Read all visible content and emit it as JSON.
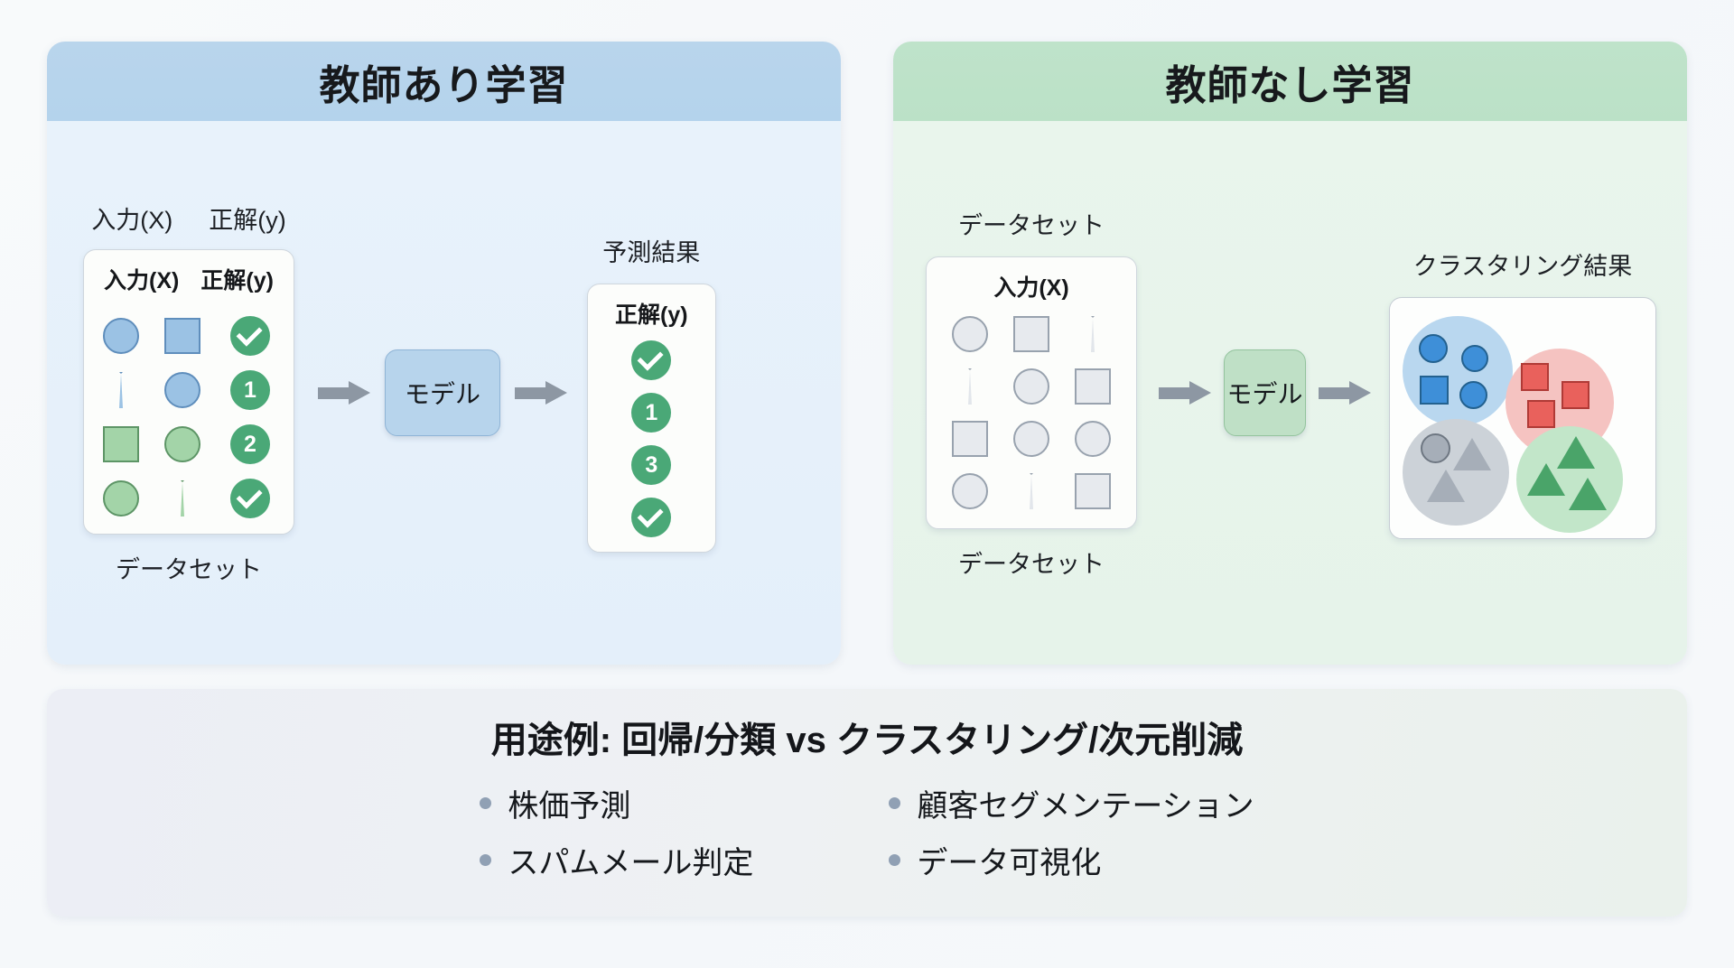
{
  "supervised": {
    "title": "教師あり学習",
    "caption_input": "入力(X)",
    "caption_label": "正解(y)",
    "caption_prediction": "予測結果",
    "caption_dataset": "データセット",
    "dataset_card": {
      "col_input": "入力(X)",
      "col_label": "正解(y)",
      "rows": [
        {
          "shapes": [
            "circle-blue",
            "square-blue"
          ],
          "label": "check"
        },
        {
          "shapes": [
            "triangle-blue",
            "circle-blue"
          ],
          "label": "1"
        },
        {
          "shapes": [
            "square-green",
            "circle-green"
          ],
          "label": "2"
        },
        {
          "shapes": [
            "circle-green",
            "triangle-green"
          ],
          "label": "check"
        }
      ]
    },
    "model_label": "モデル",
    "prediction_card": {
      "col_label": "正解(y)",
      "labels": [
        "check",
        "1",
        "3",
        "check"
      ]
    }
  },
  "unsupervised": {
    "title": "教師なし学習",
    "caption_dataset_top": "データセット",
    "caption_dataset_bottom": "データセット",
    "caption_clustering": "クラスタリング結果",
    "dataset_card": {
      "col_input": "入力(X)",
      "shapes": [
        "circle-grey",
        "square-grey",
        "triangle-grey",
        "triangle-grey",
        "circle-grey",
        "square-grey",
        "square-grey",
        "circle-grey",
        "circle-grey",
        "circle-grey",
        "triangle-grey",
        "square-grey"
      ]
    },
    "model_label": "モデル",
    "clusters": [
      {
        "name": "blue-cluster",
        "color": "#3e8fd8",
        "members": [
          "circle",
          "circle",
          "square",
          "circle"
        ]
      },
      {
        "name": "red-cluster",
        "color": "#e9615c",
        "members": [
          "square",
          "square",
          "square"
        ]
      },
      {
        "name": "grey-cluster",
        "color": "#a6aeb8",
        "members": [
          "circle",
          "triangle",
          "triangle"
        ]
      },
      {
        "name": "green-cluster",
        "color": "#4aa469",
        "members": [
          "triangle",
          "triangle",
          "triangle"
        ]
      }
    ]
  },
  "summary": {
    "title": "用途例: 回帰/分類 vs クラスタリング/次元削減",
    "left_bullets": [
      "株価予測",
      "スパムメール判定"
    ],
    "right_bullets": [
      "顧客セグメンテーション",
      "データ可視化"
    ]
  },
  "colors": {
    "supervised_header": "#b9d5ec",
    "supervised_body": "#e8f2fb",
    "unsupervised_header": "#bfe3ca",
    "unsupervised_body": "#e9f5ec",
    "badge_green": "#4aa877",
    "arrow_grey": "#8d97a3"
  }
}
